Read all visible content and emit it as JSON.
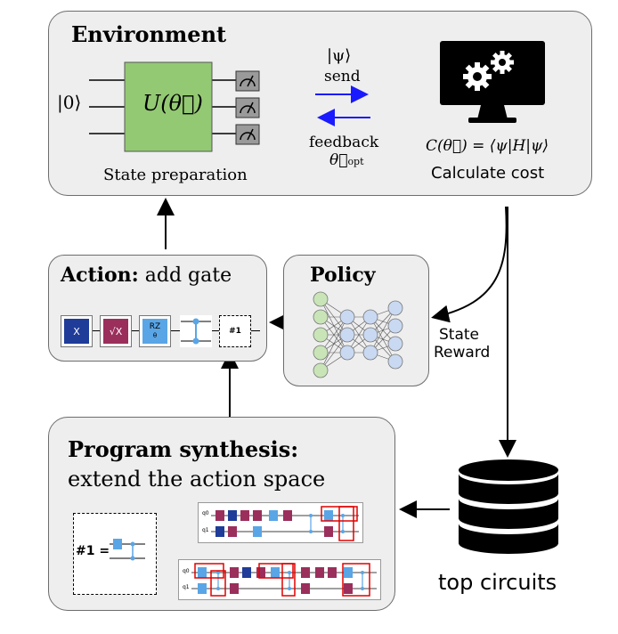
{
  "environment": {
    "title": "Environment",
    "ket_zero": "|0⟩",
    "unitary": "U(θ⃗)",
    "state_prep_label": "State preparation",
    "send_math": "|ψ⟩",
    "send_label": "send",
    "feedback_label": "feedback",
    "feedback_math": "θ⃗opt",
    "cost_formula": "C(θ⃗) = ⟨ψ|H|ψ⟩",
    "cost_label": "Calculate cost"
  },
  "action": {
    "title_bold": "Action:",
    "title_rest": " add gate",
    "gates": [
      "X",
      "√X",
      "RZ",
      "",
      "#1"
    ],
    "rz_sub": "θ"
  },
  "policy": {
    "title": "Policy"
  },
  "state_reward": {
    "line1": "State",
    "line2": "Reward"
  },
  "synthesis": {
    "title_bold": "Program synthesis:",
    "subtitle": "extend the action space",
    "macro_label": "#1 =",
    "qubit0": "q0",
    "qubit1": "q1"
  },
  "database": {
    "label": "top circuits"
  },
  "colors": {
    "unitary_green": "#94c973",
    "gate_x": "#1f3c99",
    "gate_sx": "#9b2f5c",
    "gate_rz": "#5aa5e6",
    "arrow_blue": "#1a1aff",
    "arrow_red": "#e00000"
  }
}
